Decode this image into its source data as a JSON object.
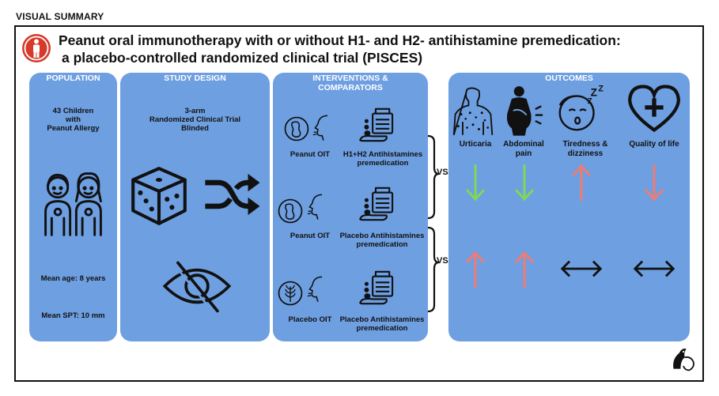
{
  "header": {
    "visual_label": "VISUAL SUMMARY",
    "title_line1": "Peanut oral immunotherapy with or without H1- and H2- antihistamine premedication:",
    "title_line2": "a placebo-controlled randomized clinical trial (PISCES)",
    "title_icon": "person-warning-icon"
  },
  "population": {
    "heading": "POPULATION",
    "count_line1": "43 Children",
    "count_line2": "with",
    "count_line3": "Peanut Allergy",
    "mean_age": "Mean age: 8 years",
    "mean_spt": "Mean SPT:  10 mm",
    "icon": "children-icon"
  },
  "design": {
    "heading": "STUDY DESIGN",
    "line1": "3-arm",
    "line2": "Randomized Clinical Trial",
    "line3": "Blinded",
    "icons": [
      "dice-icon",
      "shuffle-icon",
      "eye-crossed-icon"
    ]
  },
  "interventions": {
    "heading_line1": "INTERVENTIONS &",
    "heading_line2": "COMPARATORS",
    "arms": [
      {
        "oit": "Peanut OIT",
        "premed_line1": "H1+H2 Antihistamines",
        "premed_line2": "premedication"
      },
      {
        "oit": "Peanut OIT",
        "premed_line1": "Placebo Antihistamines",
        "premed_line2": "premedication"
      },
      {
        "oit": "Placebo OIT",
        "premed_line1": "Placebo Antihistamines",
        "premed_line2": "premedication"
      }
    ],
    "vs": "VS"
  },
  "outcomes": {
    "heading": "OUTCOMES",
    "items": [
      {
        "label_line1": "Urticaria",
        "label_line2": "",
        "icon": "urticaria-icon",
        "row1": "down",
        "row2": "up"
      },
      {
        "label_line1": "Abdominal",
        "label_line2": "pain",
        "icon": "abdominal-pain-icon",
        "row1": "down",
        "row2": "up"
      },
      {
        "label_line1": "Tiredness &",
        "label_line2": "dizziness",
        "icon": "tired-face-icon",
        "row1": "up",
        "row2": "equal"
      },
      {
        "label_line1": "Quality of life",
        "label_line2": "",
        "icon": "heart-plus-icon",
        "row1": "down",
        "row2": "equal"
      }
    ],
    "colors": {
      "green": "#7ed957",
      "red": "#ef7b73",
      "black": "#111111"
    }
  },
  "colors": {
    "panel": "#6e9fe1",
    "header_text": "#ffffff",
    "frame": "#111111"
  },
  "logo": "ferret-logo-icon"
}
